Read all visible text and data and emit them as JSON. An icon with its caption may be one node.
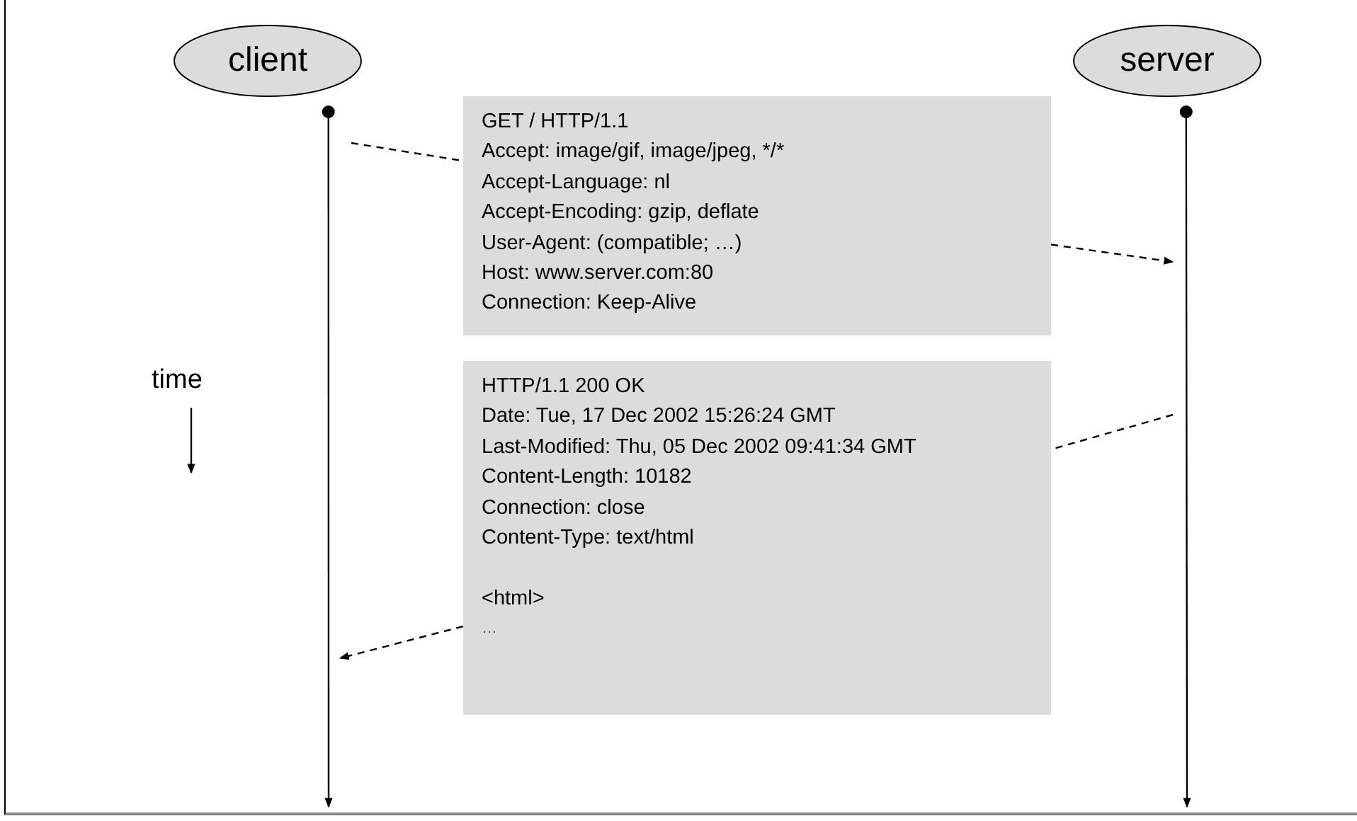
{
  "diagram": {
    "nodes": [
      {
        "text": [
          "client"
        ]
      },
      {
        "text": [
          "server"
        ]
      },
      {
        "text": [
          "GET / HTTP/1.1",
          "Accept: image/gif, image/jpeg, */*",
          "Accept-Language: nl",
          "Accept-Encoding: gzip, deflate",
          "User-Agent: (compatible; …)",
          "Host: www.server.com:80",
          "Connection: Keep-Alive"
        ]
      },
      {
        "text": [
          "HTTP/1.1 200 OK",
          "Date: Tue, 17 Dec 2002 15:26:24 GMT",
          "Last-Modified: Thu, 05 Dec 2002 09:41:34 GMT",
          "Content-Length: 10182",
          "Connection: close",
          "Content-Type: text/html",
          "<html>",
          "…"
        ]
      }
    ],
    "edges": [
      {
        "from": 0,
        "to": null,
        "arrow": "to"
      },
      {
        "from": 1,
        "to": null,
        "arrow": "to"
      },
      {
        "from": null,
        "to": 2,
        "arrow": "none",
        "style": "dashed"
      },
      {
        "from": 2,
        "to": null,
        "arrow": "to",
        "style": "dashed"
      },
      {
        "from": null,
        "to": 3,
        "arrow": "none",
        "style": "dashed"
      },
      {
        "from": 3,
        "to": null,
        "arrow": "to",
        "style": "dashed"
      }
    ],
    "labels": [
      "time"
    ]
  }
}
